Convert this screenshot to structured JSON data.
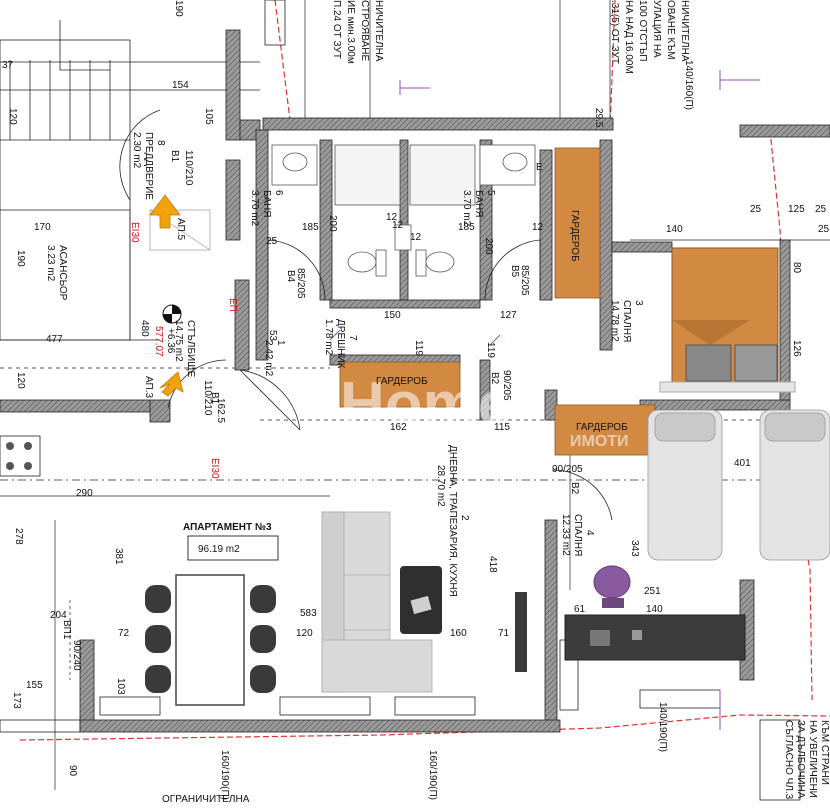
{
  "apartment": {
    "title": "АПАРТАМЕНТ №3",
    "area": "96.19 m2"
  },
  "rooms": {
    "preddverie": {
      "num": "8",
      "name": "ПРЕДДВЕРИЕ",
      "area": "2.30 m2"
    },
    "asansyor": {
      "name": "АСАНСЬОР",
      "area": "3.23 m2"
    },
    "stalbishte": {
      "name": "СТЪЛБИЩЕ",
      "area": "14.75 m2"
    },
    "banya6": {
      "num": "6",
      "name": "БАНЯ",
      "area": "3.70 m2"
    },
    "banya5": {
      "num": "5",
      "name": "БАНЯ",
      "area": "3.70 m2"
    },
    "antre": {
      "num": "1",
      "area": "2.42 m2"
    },
    "dreshnik": {
      "num": "7",
      "name": "ДРЕШНИК",
      "area": "1.78 m2"
    },
    "spalnya3": {
      "num": "3",
      "name": "СПАЛНЯ",
      "area": "14.78 m2"
    },
    "dnevna": {
      "num": "2",
      "name": "ДНЕВНА, ТРАПЕЗАРИЯ, КУХНЯ",
      "area": "28.70 m2"
    },
    "spalnya4": {
      "num": "4",
      "name": "СПАЛНЯ",
      "area": "12.33 m2"
    }
  },
  "labels": {
    "ap5": "АП.5",
    "ap3": "АП.3",
    "b1a": "В1",
    "b1b": "В1",
    "b4": "В4",
    "b5": "В5",
    "b2a": "В2",
    "b2b": "В2",
    "vp1": "ВП1",
    "garderob": "ГАРДЕРОБ",
    "elevation": "+6.36",
    "elev_red": "577.07",
    "ep": "ЕП",
    "fire1": "EI30",
    "fire2": "EI30",
    "e": "Е",
    "ogranichitelna": "ОГРАНИЧИТЕЛНА"
  },
  "dimensions": {
    "d154": "154",
    "d105": "105",
    "d120a": "120",
    "d170": "170",
    "d190": "190",
    "d477": "477",
    "d480": "480",
    "d120b": "120",
    "d290": "290",
    "d278": "278",
    "d381": "381",
    "d204": "204",
    "d72": "72",
    "d103": "103",
    "d155": "155",
    "d173": "173",
    "d90": "90",
    "d185a": "185",
    "d200a": "200",
    "d25a": "25",
    "d12a": "12",
    "d12b": "12",
    "d185b": "185",
    "d200b": "200",
    "d12c": "12",
    "d150": "150",
    "d127": "127",
    "d119a": "119",
    "d119b": "119",
    "d162": "162",
    "d115": "115",
    "d53": "53",
    "d140a": "140",
    "d80": "80",
    "d126": "126",
    "d25b": "25",
    "d125": "125",
    "d25c": "25",
    "d401": "401",
    "d343": "343",
    "d251": "251",
    "d61": "61",
    "d140b": "140",
    "d418": "418",
    "d583": "583",
    "d120c": "120",
    "d160": "160",
    "d71": "71",
    "d29": "29.5",
    "d37": "37",
    "d12d": "12",
    "d25d": "25"
  },
  "door_codes": {
    "c1": "110/210",
    "c2": "85/205",
    "c3": "85/205",
    "c4": "90/205",
    "c5": "90/205",
    "c6": "110/210",
    "c7": "162.5",
    "c8": "90/240",
    "c9": "160/190(П)",
    "c10": "160/190(П)",
    "c11": "140/190(П)",
    "c12": "140/160(П)",
    "c13": "190"
  },
  "rotated_notes": [
    "НИЧИТЕЛНА",
    "СТРОЯВАНЕ",
    "ИЕ мин.3.00м",
    "П.24 ОТ ЗУТ",
    "НИЧИТЕЛНА",
    "ОВАНЕ КЪМ",
    "УЛАЦИЯ НА",
    "100 ОТСТЪП",
    "НА НАД 16.00М",
    ".31(5) ОТ ЗУТ",
    "КЪМ СТРАНИ",
    "НА УВЕЛИЧЕНИ",
    "ЗА ДЪЛБОЧИНА",
    "СЪГЛАСНО ЧЛ.3"
  ],
  "watermark": {
    "main": "Home",
    "sub": "ИМОТИ"
  }
}
